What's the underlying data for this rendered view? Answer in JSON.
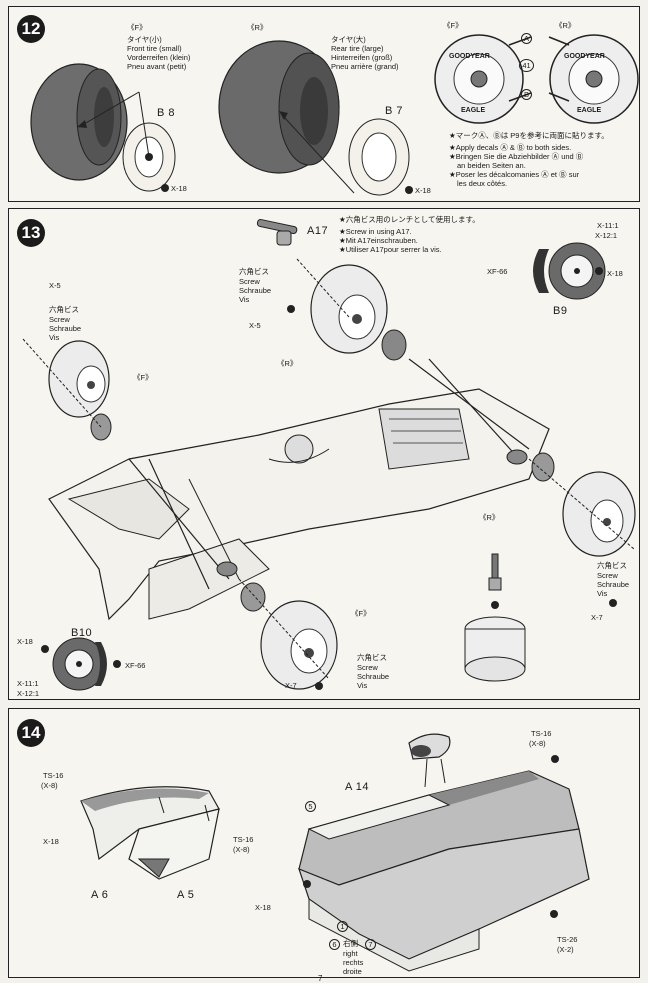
{
  "page_number": "7",
  "step12": {
    "number": "12",
    "front_tag": "《F》",
    "front_jp": "タイヤ(小)",
    "front_en": "Front tire (small)",
    "front_de": "Vorderreifen (klein)",
    "front_fr": "Pneu avant (petit)",
    "rear_tag": "《R》",
    "rear_jp": "タイヤ(大)",
    "rear_en": "Rear tire (large)",
    "rear_de": "Hinterreifen (groß)",
    "rear_fr": "Pneu arrière (grand)",
    "front_wheel_part": "B 8",
    "rear_wheel_part": "B 7",
    "front_screw": "X-18",
    "rear_screw": "X-18",
    "decal_f_tag": "《F》",
    "decal_r_tag": "《R》",
    "decal_a": "A",
    "decal_b": "B",
    "decal_41": "41",
    "tire_brand": "GOODYEAR",
    "tire_model": "EAGLE",
    "note_jp": "★マークⒶ、Ⓑは P9を参考に両面に貼ります。",
    "note_en1": "★Apply decals Ⓐ & Ⓑ to both sides.",
    "note_de1": "★Bringen Sie die Abziehbilder Ⓐ und Ⓑ",
    "note_de2": "an beiden Seiten an.",
    "note_fr1": "★Poser les décalcomanies Ⓐ et Ⓑ sur",
    "note_fr2": "les deux côtés."
  },
  "step13": {
    "number": "13",
    "wrench_part": "A17",
    "wrench_jp": "★六角ビス用のレンチとして使用します。",
    "wrench_en": "★Screw in using A17.",
    "wrench_de": "★Mit A17einschrauben.",
    "wrench_fr": "★Utiliser A17pour serrer la vis.",
    "hex_jp": "六角ビス",
    "hex_en": "Screw",
    "hex_de": "Schraube",
    "hex_fr": "Vis",
    "x5_top": "X-5",
    "x5_left_top": "X-5",
    "x11_top": "X-11:1",
    "x12_top": "X-12:1",
    "xf66_top": "XF-66",
    "x18_top": "X-18",
    "b9": "B9",
    "r_tag_upper": "《R》",
    "f_tag_left": "《F》",
    "r_tag_right": "《R》",
    "f_tag_lower": "《F》",
    "x18_left": "X-18",
    "b10": "B10",
    "xf66_left": "XF-66",
    "x11_left": "X-11:1",
    "x12_left": "X-12:1",
    "x7_bottom": "X-7",
    "x7_right": "X-7"
  },
  "step14": {
    "number": "14",
    "ts16_left": "TS-16",
    "x8_left": "(X-8)",
    "x18_left": "X-18",
    "ts16_mid": "TS-16",
    "x8_mid": "(X-8)",
    "a6": "A 6",
    "a5": "A 5",
    "a14": "A 14",
    "marker5": "5",
    "x18_body": "X-18",
    "ts16_right": "TS-16",
    "x8_right": "(X-8)",
    "marker1": "1",
    "marker6": "6",
    "marker7": "7",
    "right_jp": "右側",
    "right_en": "right",
    "right_de": "rechts",
    "right_fr": "droite",
    "ts26": "TS-26",
    "x2": "(X-2)"
  }
}
